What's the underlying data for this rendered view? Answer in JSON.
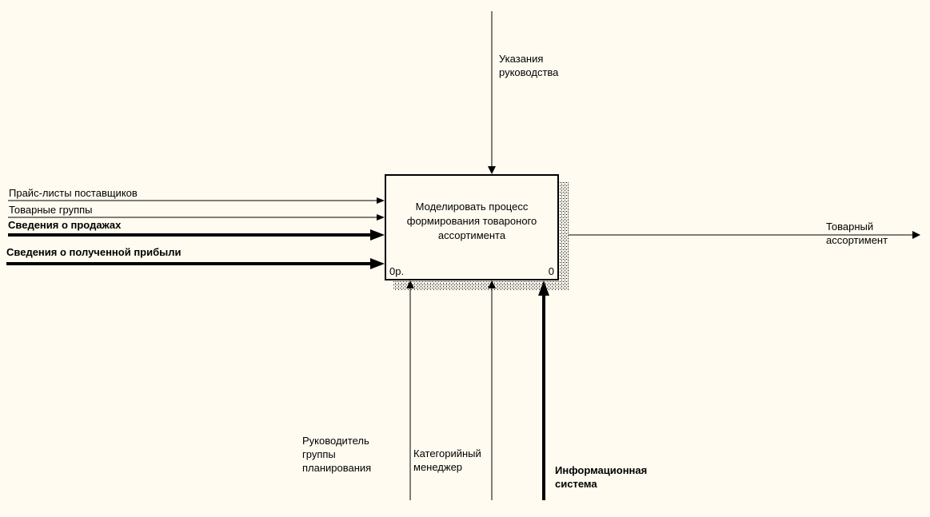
{
  "colors": {
    "background": "#fffbf0",
    "line": "#000000"
  },
  "activity": {
    "title": "Моделировать процесс\nформирования товароного\nассортимента",
    "cost": "0р.",
    "number": "0"
  },
  "arrows": {
    "control": {
      "label": "Указания\nруководства"
    },
    "inputs": [
      {
        "label": "Прайс-листы поставщиков"
      },
      {
        "label": "Товарные группы"
      },
      {
        "label": "Сведения о продажах"
      },
      {
        "label": "Сведения о полученной прибыли"
      }
    ],
    "output": {
      "label": "Товарный\nассортимент"
    },
    "mechanisms": [
      {
        "label": "Руководитель\nгруппы\nпланирования"
      },
      {
        "label": "Категорийный\nменеджер"
      },
      {
        "label": "Информационная\nсистема"
      }
    ]
  }
}
